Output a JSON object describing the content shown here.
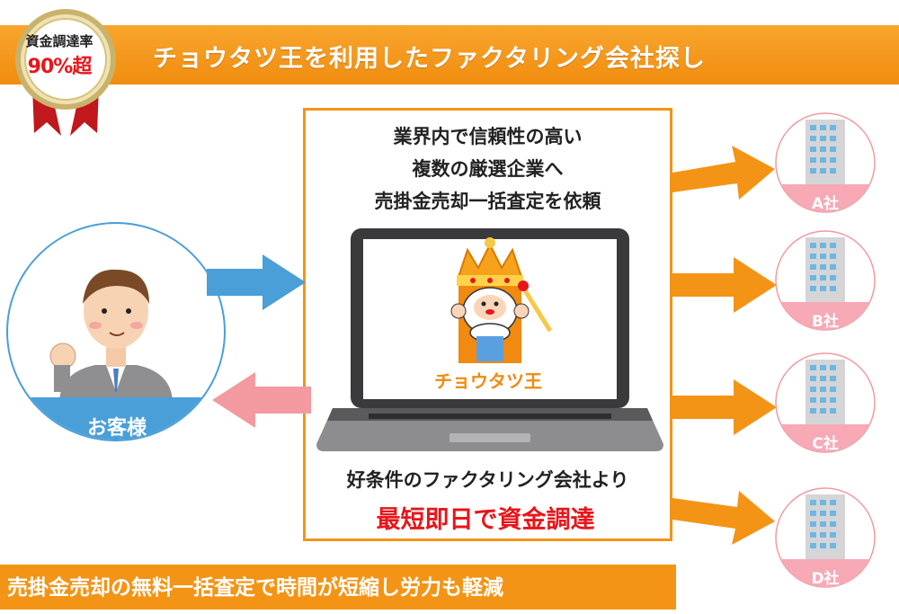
{
  "banner": {
    "title": "チョウタツ王を利用したファクタリング会社探し",
    "color": "#f39416"
  },
  "badge": {
    "line1": "資金調達率",
    "line2": "90%超"
  },
  "center": {
    "lines": [
      "業界内で信頼性の高い",
      "複数の厳選企業へ",
      "売掛金売却一括査定を依頼"
    ],
    "king_label": "チョウタツ王",
    "result_line1": "好条件のファクタリング会社より",
    "result_line2": "最短即日で資金調達"
  },
  "customer": {
    "label": "お客様"
  },
  "companies": [
    {
      "label": "A社"
    },
    {
      "label": "B社"
    },
    {
      "label": "C社"
    },
    {
      "label": "D社"
    }
  ],
  "footer": {
    "text": "売掛金売却の無料一括査定で時間が短縮し労力も軽減"
  },
  "colors": {
    "orange": "#f39416",
    "blue_arrow": "#4a9fd8",
    "pink_arrow": "#f29a9f",
    "company_pink": "#f7a9b6",
    "accent_red": "#e8151a"
  }
}
